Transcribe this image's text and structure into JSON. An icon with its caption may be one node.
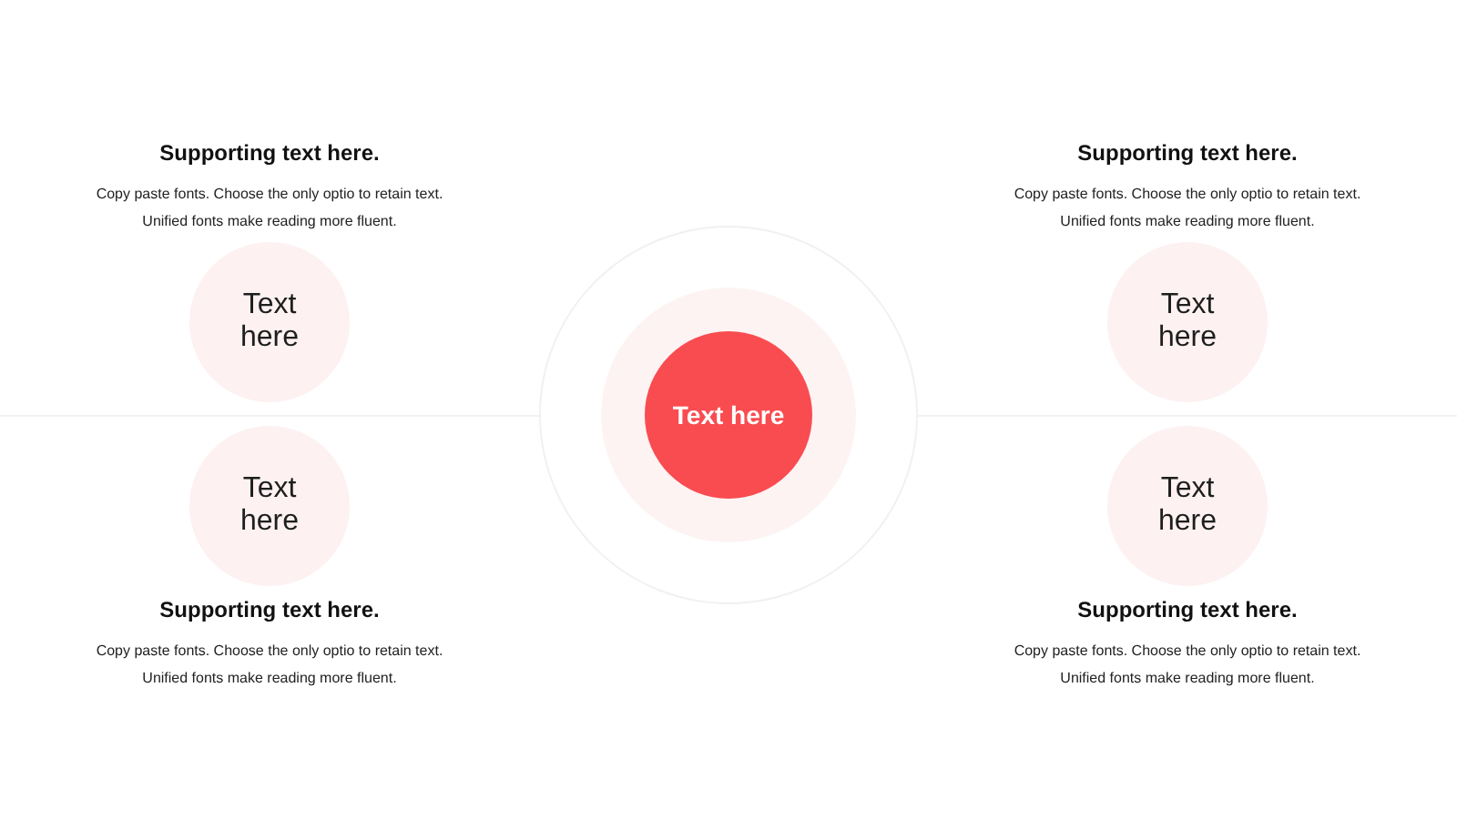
{
  "diagram": {
    "nodes": [
      {
        "text": [],
        "shape": "circle"
      },
      {
        "text": [],
        "shape": "circle",
        "in": 0
      },
      {
        "text": [
          "Text here"
        ],
        "in": 1
      },
      {
        "text": [
          "Text here"
        ],
        "beside": [
          "Supporting text here.",
          "Copy paste fonts. Choose the only optio to retain text. Unified fonts make reading more fluent."
        ]
      },
      {
        "text": [
          "Text here"
        ],
        "beside": [
          "Supporting text here.",
          "Copy paste fonts. Choose the only optio to retain text. Unified fonts make reading more fluent."
        ]
      },
      {
        "text": [
          "Text here"
        ],
        "beside": [
          "Supporting text here.",
          "Copy paste fonts. Choose the only optio to retain text. Unified fonts make reading more fluent."
        ]
      },
      {
        "text": [
          "Text here"
        ],
        "beside": [
          "Supporting text here.",
          "Copy paste fonts. Choose the only optio to retain text. Unified fonts make reading more fluent."
        ]
      }
    ]
  }
}
